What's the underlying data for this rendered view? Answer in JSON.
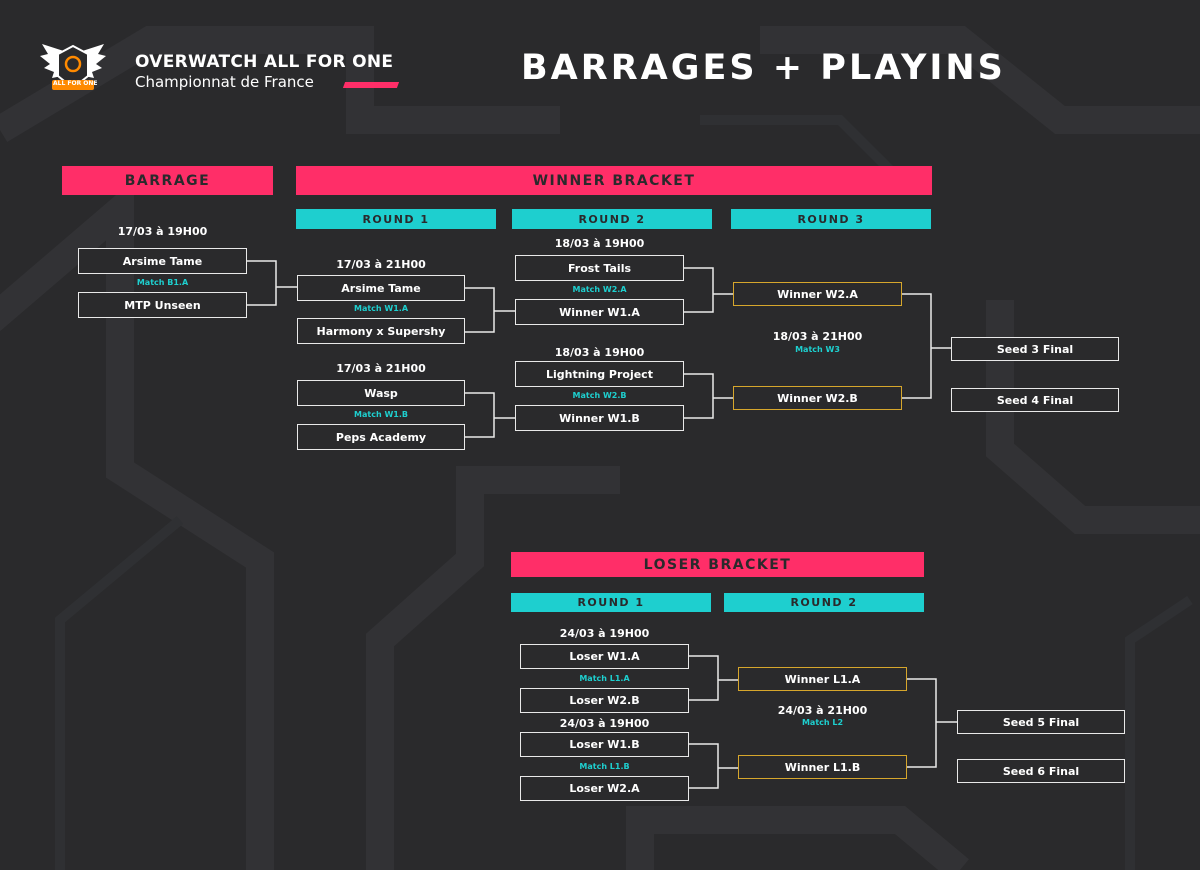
{
  "brand": {
    "title": "OVERWATCH ALL FOR ONE",
    "subtitle": "Championnat de France",
    "logo_text": "ALL FOR ONE",
    "accent": "#ff2e68"
  },
  "page_title": "BARRAGES + PLAYINS",
  "colors": {
    "pink": "#ff2e68",
    "teal": "#1ecfcf",
    "gold": "#d6a62c",
    "background": "#2a2a2c"
  },
  "barrage": {
    "header": "BARRAGE",
    "date": "17/03 à 19H00",
    "match_label": "Match B1.A",
    "team1": "Arsime Tame",
    "team2": "MTP Unseen"
  },
  "winner_bracket": {
    "header": "WINNER BRACKET",
    "round1": {
      "header": "ROUND 1",
      "matchA": {
        "date": "17/03 à 21H00",
        "label": "Match W1.A",
        "team1": "Arsime Tame",
        "team2": "Harmony x Supershy"
      },
      "matchB": {
        "date": "17/03 à 21H00",
        "label": "Match W1.B",
        "team1": "Wasp",
        "team2": "Peps Academy"
      }
    },
    "round2": {
      "header": "ROUND 2",
      "matchA": {
        "date": "18/03 à 19H00",
        "label": "Match W2.A",
        "team1": "Frost Tails",
        "team2": "Winner W1.A"
      },
      "matchB": {
        "date": "18/03 à 19H00",
        "label": "Match W2.B",
        "team1": "Lightning Project",
        "team2": "Winner W1.B"
      }
    },
    "round3": {
      "header": "ROUND 3",
      "date": "18/03 à 21H00",
      "label": "Match W3",
      "team1": "Winner W2.A",
      "team2": "Winner W2.B"
    },
    "seed_top": "Seed 3 Final",
    "seed_bottom": "Seed 4 Final"
  },
  "loser_bracket": {
    "header": "LOSER BRACKET",
    "round1": {
      "header": "ROUND 1",
      "matchA": {
        "date": "24/03 à 19H00",
        "label": "Match L1.A",
        "team1": "Loser W1.A",
        "team2": "Loser W2.B"
      },
      "matchB": {
        "date": "24/03 à 19H00",
        "label": "Match L1.B",
        "team1": "Loser W1.B",
        "team2": "Loser W2.A"
      }
    },
    "round2": {
      "header": "ROUND 2",
      "date": "24/03 à 21H00",
      "label": "Match L2",
      "team1": "Winner L1.A",
      "team2": "Winner L1.B"
    },
    "seed_top": "Seed 5 Final",
    "seed_bottom": "Seed 6 Final"
  }
}
